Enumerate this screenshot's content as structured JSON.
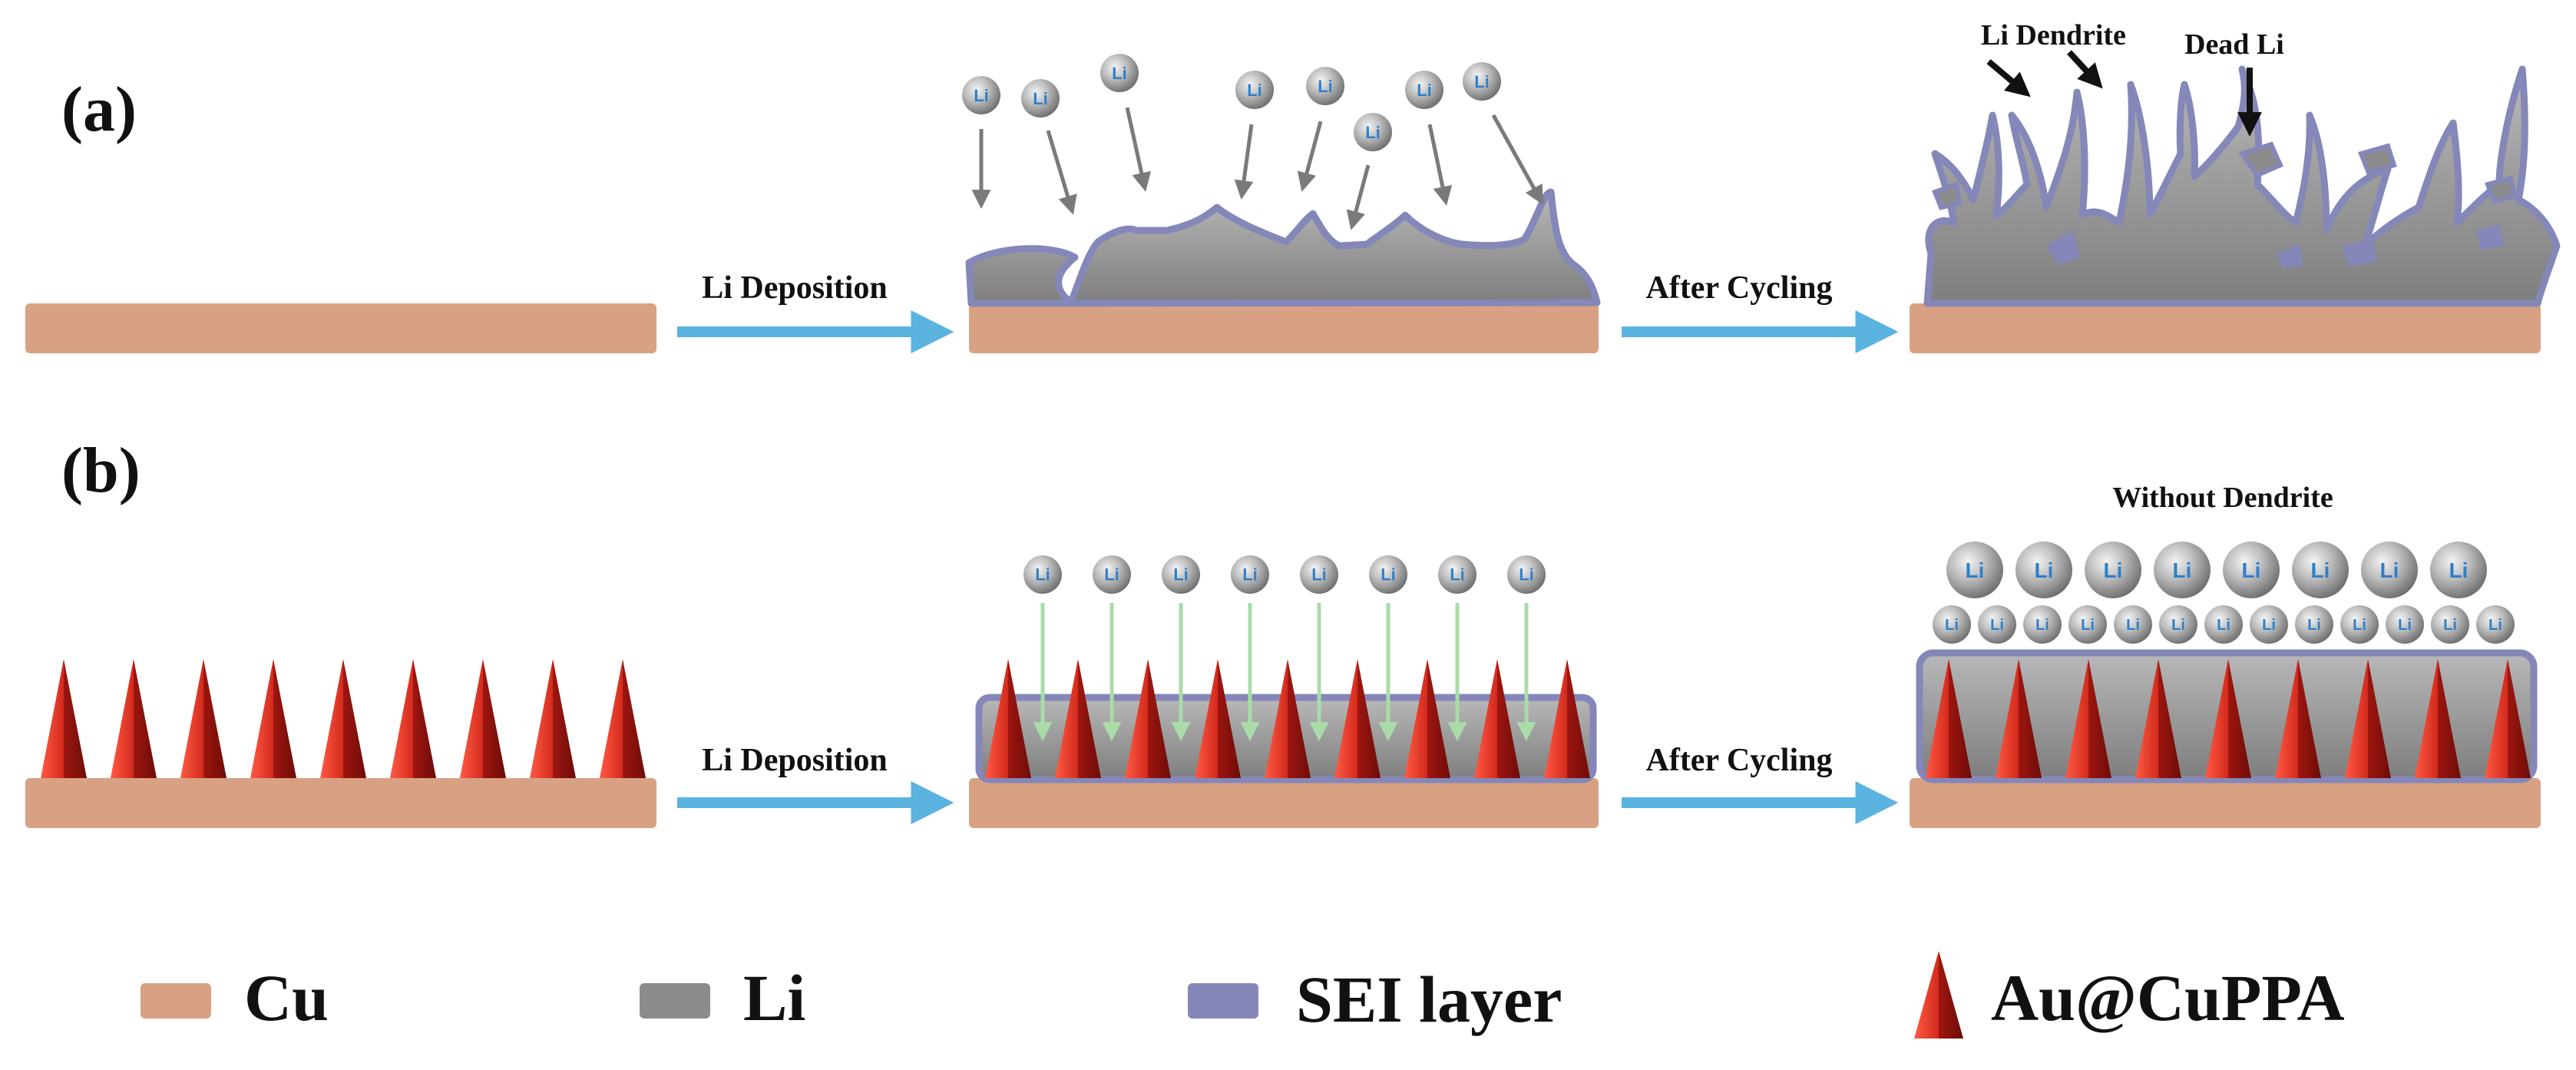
{
  "panels": {
    "a": {
      "label": "(a)",
      "annotations": {
        "dendrite": "Li Dendrite",
        "dead": "Dead Li"
      }
    },
    "b": {
      "label": "(b)",
      "annotations": {
        "without": "Without Dendrite"
      }
    }
  },
  "steps": {
    "deposition": "Li Deposition",
    "cycling": "After Cycling"
  },
  "ion_label": "Li",
  "legend": [
    {
      "key": "cu",
      "label": "Cu"
    },
    {
      "key": "li",
      "label": "Li"
    },
    {
      "key": "sei",
      "label": "SEI layer"
    },
    {
      "key": "au",
      "label": "Au@CuPPA"
    }
  ],
  "colors": {
    "cu": "#d9a183",
    "li": "#8c8c8c",
    "sei": "#8487b8",
    "arrow": "#5bb3e0",
    "spike": "#c8261d",
    "down_arrow_a": "#7a7a7a",
    "down_arrow_b": "#a9dca8",
    "ion_text": "#2f7fc8"
  }
}
